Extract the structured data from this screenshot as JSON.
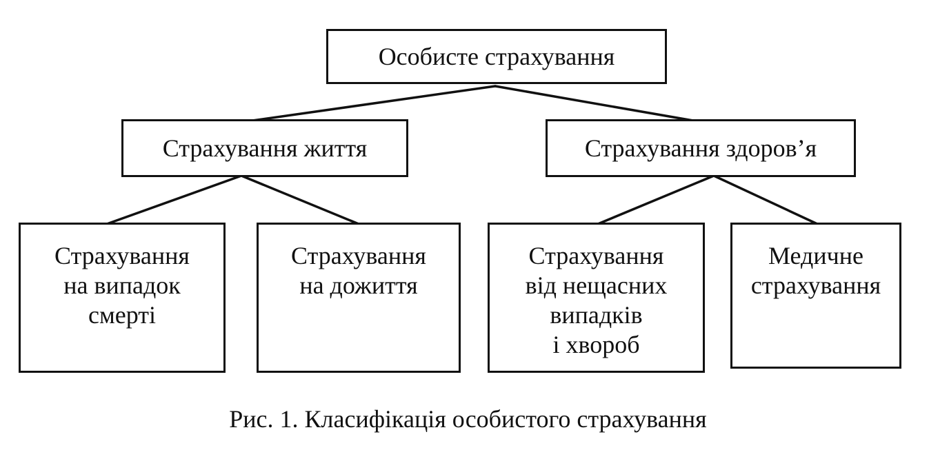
{
  "diagram": {
    "root": {
      "label": "Особисте страхування"
    },
    "level1": [
      {
        "label": "Страхування життя"
      },
      {
        "label": "Страхування здоров’я"
      }
    ],
    "level2": [
      {
        "label": "Страхування\nна випадок\nсмерті"
      },
      {
        "label": "Страхування\nна дожиття"
      },
      {
        "label": "Страхування\nвід нещасних\nвипадків\nі хвороб"
      },
      {
        "label": "Медичне\nстрахування"
      }
    ],
    "caption": "Рис. 1. Класифікація особистого страхування"
  }
}
